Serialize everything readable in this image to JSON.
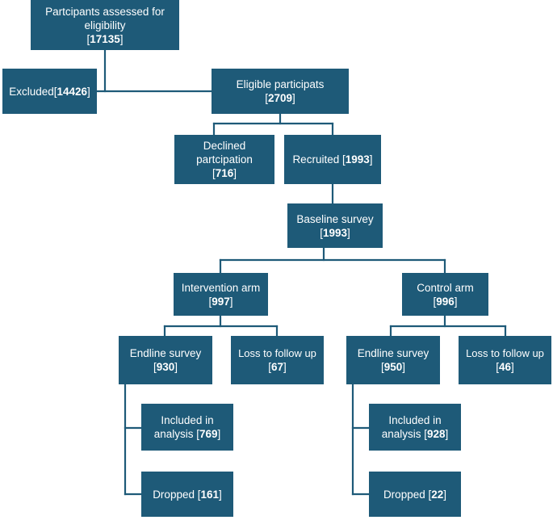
{
  "boxes": {
    "assessed": {
      "label": "Partcipants assessed for eligibility",
      "count": "17135"
    },
    "excluded": {
      "label": "Excluded",
      "count": "14426"
    },
    "eligible": {
      "label": "Eligible participats",
      "count": "2709"
    },
    "declined": {
      "label": "Declined partcipation",
      "count": "716"
    },
    "recruited": {
      "label": "Recruited",
      "count": "1993"
    },
    "baseline": {
      "label": "Baseline survey",
      "count": "1993"
    },
    "intervention": {
      "label": "Intervention arm",
      "count": "997"
    },
    "control": {
      "label": "Control arm",
      "count": "996"
    },
    "int_endline": {
      "label": "Endline survey",
      "count": "930"
    },
    "int_loss": {
      "label": "Loss to follow up",
      "count": "67"
    },
    "int_included": {
      "label": "Included in analysis",
      "count": "769"
    },
    "int_dropped": {
      "label": "Dropped",
      "count": "161"
    },
    "ctl_endline": {
      "label": "Endline survey",
      "count": "950"
    },
    "ctl_loss": {
      "label": "Loss to follow up",
      "count": "46"
    },
    "ctl_included": {
      "label": "Included in analysis",
      "count": "928"
    },
    "ctl_dropped": {
      "label": "Dropped",
      "count": "22"
    }
  },
  "colors": {
    "box_fill": "#1e5a78",
    "box_text": "#ffffff",
    "connector": "#1e5a78"
  }
}
